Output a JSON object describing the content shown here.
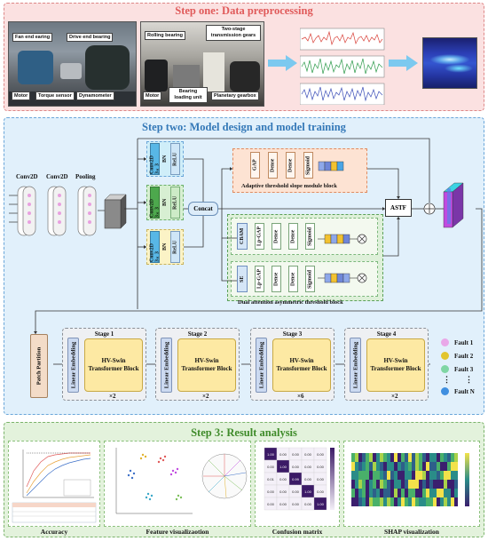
{
  "step1": {
    "title": "Step one: Data preprocessing",
    "labels": {
      "fan_end": "Fan end earing",
      "drive_end": "Drive end bearing",
      "motor": "Motor",
      "torque": "Torque sensor",
      "dyno": "Dynamometer",
      "rolling": "Rolling bearing",
      "gears": "Two-stage transmission gears",
      "motor2": "Motor",
      "bearing_unit": "Bearing loading unit",
      "planetary": "Planetary gearbox"
    }
  },
  "step2": {
    "title": "Step two: Model design and model training",
    "conv1": "Conv2D",
    "conv2": "Conv2D",
    "pool": "Pooling",
    "branches": [
      {
        "conv": "Conv2D 3×3",
        "bn": "BN",
        "act": "ReLU"
      },
      {
        "conv": "Conv2D 3×3",
        "bn": "BN",
        "act": "ReLU"
      },
      {
        "conv": "Conv2D 3×3",
        "bn": "BN",
        "act": "ReLU"
      }
    ],
    "concat": "Concat",
    "atsm": {
      "title": "Adaptive threshold slope module block",
      "boxes": [
        "GAP",
        "Dense",
        "Dense",
        "Sigmoid"
      ]
    },
    "dual": {
      "title": "Dual attention asymmetric threshold block",
      "row1": [
        "CBAM",
        "Lp-GAP",
        "Dense",
        "Dense",
        "Sigmoid"
      ],
      "row2": [
        "SE",
        "Lp-GAP",
        "Dense",
        "Dense",
        "Sigmoid"
      ]
    },
    "astf": "ASTF",
    "patch": "Patch Partition",
    "stages": [
      {
        "title": "Stage 1",
        "embed": "Linear Embedding",
        "block": "HV-Swin Transformer Block",
        "mult": "×2"
      },
      {
        "title": "Stage 2",
        "embed": "Linear Embedding",
        "block": "HV-Swin Transformer Block",
        "mult": "×2"
      },
      {
        "title": "Stage 3",
        "embed": "Linear Embedding",
        "block": "HV-Swin Transformer Block",
        "mult": "×6"
      },
      {
        "title": "Stage 4",
        "embed": "Linear Embedding",
        "block": "HV-Swin Transformer Block",
        "mult": "×2"
      }
    ],
    "faults": [
      {
        "label": "Fault 1",
        "color": "#e9a8e8"
      },
      {
        "label": "Fault 2",
        "color": "#e2c52e"
      },
      {
        "label": "Fault 3",
        "color": "#7fd6a4"
      },
      {
        "label": "Fault N",
        "color": "#3f8fe0"
      }
    ],
    "vdots": "⋮"
  },
  "step3": {
    "title": "Step 3: Result analysis",
    "captions": [
      "Accuracy",
      "Feature visualizaotion",
      "Confusion matrix",
      "SHAP visualization"
    ],
    "confusion": {
      "values": [
        [
          "1.00",
          "0.00",
          "0.00",
          "0.00",
          "0.00"
        ],
        [
          "0.00",
          "1.00",
          "0.00",
          "0.00",
          "0.00"
        ],
        [
          "0.01",
          "0.00",
          "0.99",
          "0.00",
          "0.00"
        ],
        [
          "0.00",
          "0.00",
          "0.00",
          "1.00",
          "0.00"
        ],
        [
          "0.00",
          "0.00",
          "0.00",
          "0.00",
          "1.00"
        ]
      ]
    }
  },
  "colors": {
    "step1_bg": "#fbe1e1",
    "step1_title": "#e05a5a",
    "step2_bg": "#e1f0fb",
    "step2_title": "#3579b8",
    "step3_bg": "#e3f2dc",
    "step3_title": "#3f8b2a"
  }
}
